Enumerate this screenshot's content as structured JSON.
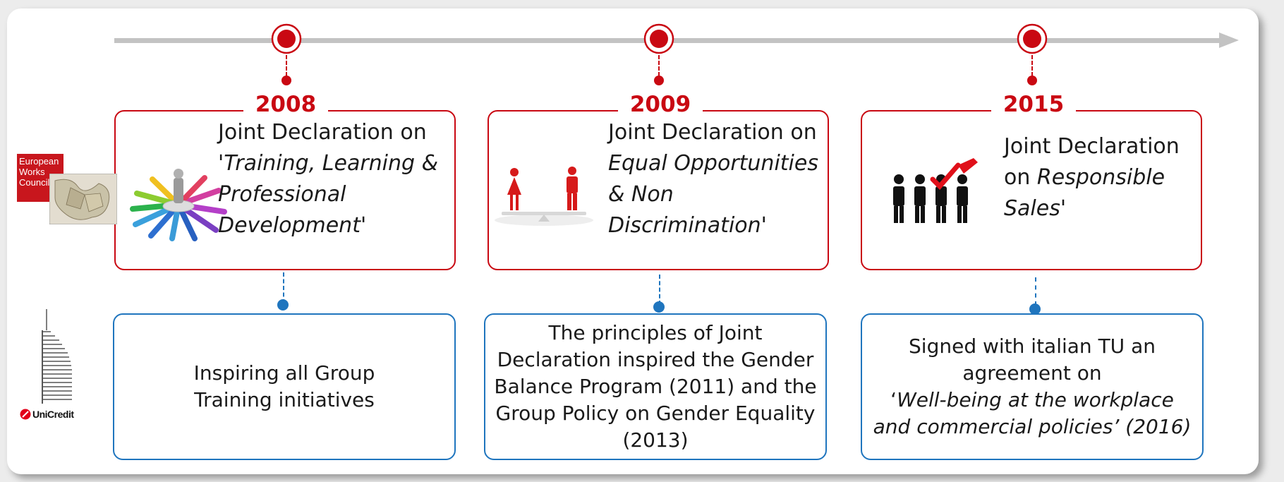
{
  "timeline": {
    "events": [
      {
        "year": "2008",
        "declaration_prefix": "Joint Declaration on",
        "declaration_title": "'Training, Learning & Professional Development'",
        "outcome": "Inspiring all Group Training initiatives"
      },
      {
        "year": "2009",
        "declaration_prefix": "Joint Declaration on",
        "declaration_title": "Equal Opportunities & Non Discrimination'",
        "outcome": "The principles of Joint Declaration inspired the Gender Balance Program (2011) and the Group Policy on Gender Equality (2013)"
      },
      {
        "year": "2015",
        "declaration_prefix": "Joint Declaration on",
        "declaration_title": "Responsible Sales'",
        "outcome_lines": [
          "Signed with italian TU an agreement on",
          "‘",
          "Well-being at the workplace and commercial policies",
          "’ (2016)"
        ]
      }
    ]
  },
  "logos": {
    "ewc_label_1": "European",
    "ewc_label_2": "Works",
    "ewc_label_3": "Council",
    "unicredit_label": "UniCredit"
  },
  "colors": {
    "accent_red": "#c90812",
    "accent_blue": "#1f75be",
    "timeline_gray": "#c3c3c3"
  }
}
